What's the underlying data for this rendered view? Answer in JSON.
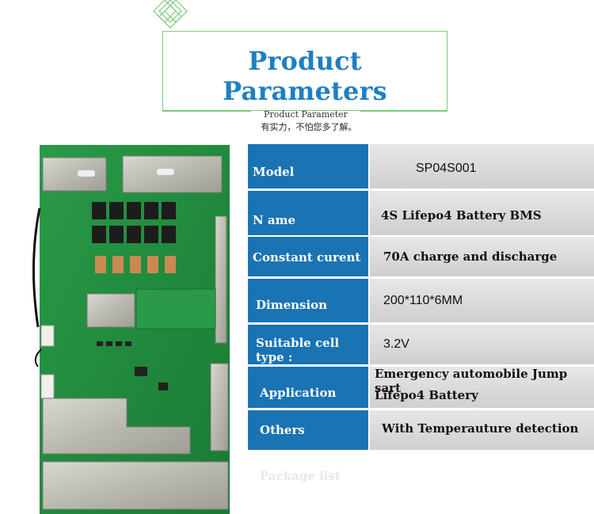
{
  "header": {
    "title": "Product Parameters",
    "subtitle": "Product Parameter",
    "chinese": "有实力，不怕您多了解。"
  },
  "colors": {
    "label_bg": "#1a73b3",
    "title_color": "#1f7fc2",
    "frame_green": "#7dc87f",
    "value_bg": "#dcdcdc",
    "pcb_green": "#1f8a3a"
  },
  "product_image": {
    "icon": "bms-pcb-board"
  },
  "params": [
    {
      "label": "Model",
      "value": "SP04S001"
    },
    {
      "label": "N ame",
      "value": "4S Lifepo4 Battery BMS"
    },
    {
      "label": "Constant curent",
      "value": "70A charge and discharge"
    },
    {
      "label": "Dimension",
      "value": "200*110*6MM"
    },
    {
      "label": "Suitable cell type :",
      "value": "3.2V"
    },
    {
      "label": "Application",
      "value_line1": "Emergency automobile Jump sart",
      "value_line2": "Lifepo4 Battery"
    },
    {
      "label": "Others",
      "value": "With Temperauture detection"
    }
  ],
  "footer": {
    "faint_text": "Package list"
  }
}
